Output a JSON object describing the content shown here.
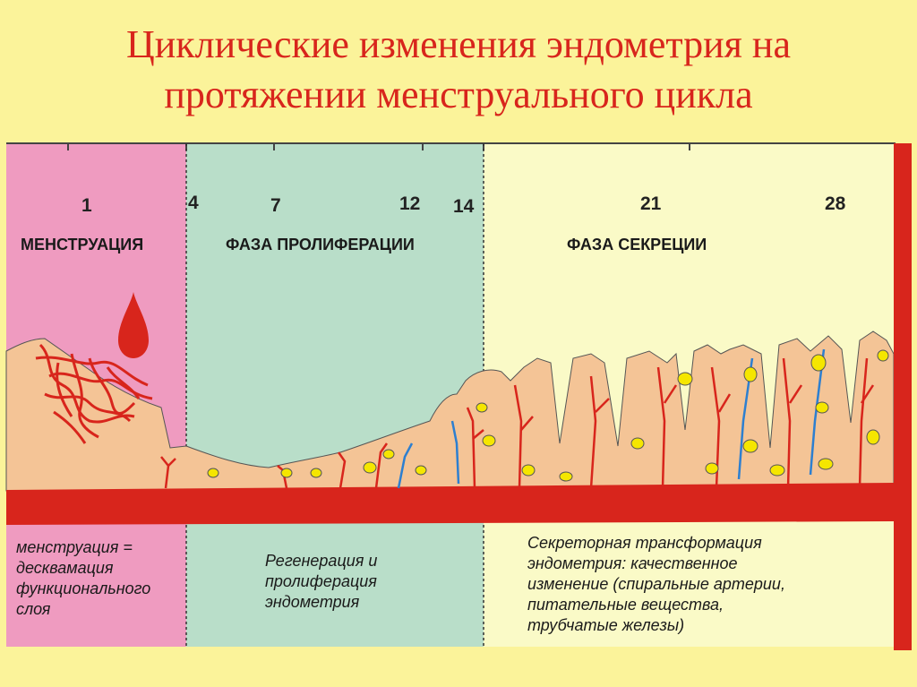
{
  "title": {
    "line1": "Циклические изменения эндометрия на",
    "line2": "протяжении менструального цикла"
  },
  "days": [
    "1",
    "4",
    "7",
    "12",
    "14",
    "21",
    "28"
  ],
  "phases": {
    "menstruation": "МЕНСТРУАЦИЯ",
    "proliferation": "ФАЗА ПРОЛИФЕРАЦИИ",
    "secretion": "ФАЗА СЕКРЕЦИИ"
  },
  "descriptions": {
    "menstruation": [
      "менструация =",
      "десквамация",
      "функционального",
      "слоя"
    ],
    "proliferation": [
      "Регенерация и",
      "пролиферация",
      "эндометрия"
    ],
    "secretion": [
      "Секреторная трансформация",
      "эндометрия: качественное",
      "изменение (спиральные артерии,",
      "питательные вещества,",
      "трубчатые железы)"
    ]
  },
  "colors": {
    "background": "#fbf39a",
    "menstruation_zone": "#ef9bc0",
    "proliferation_zone": "#b9dec9",
    "secretion_zone": "#fafac7",
    "tissue": "#f4c496",
    "vessel": "#d8251c",
    "vein": "#2d7fd0",
    "gland": "#f5e600",
    "title": "#d8251c"
  },
  "icons": [
    "blood-drop-icon"
  ]
}
